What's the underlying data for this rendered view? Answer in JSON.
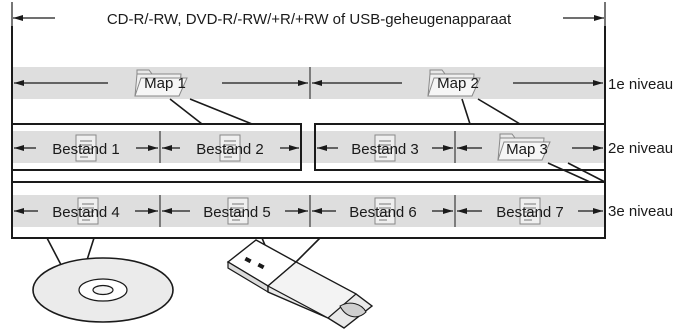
{
  "header": {
    "label": "CD-R/-RW, DVD-R/-RW/+R/+RW of USB-geheugenapparaat"
  },
  "levels": [
    {
      "label": "1e niveau"
    },
    {
      "label": "2e niveau"
    },
    {
      "label": "3e niveau"
    }
  ],
  "folders": [
    {
      "label": "Map 1"
    },
    {
      "label": "Map 2"
    },
    {
      "label": "Map 3"
    }
  ],
  "files": [
    {
      "label": "Bestand 1"
    },
    {
      "label": "Bestand 2"
    },
    {
      "label": "Bestand 3"
    },
    {
      "label": "Bestand 4"
    },
    {
      "label": "Bestand 5"
    },
    {
      "label": "Bestand 6"
    },
    {
      "label": "Bestand 7"
    }
  ],
  "devices": [
    {
      "icon": "cd-disc-icon"
    },
    {
      "icon": "usb-stick-icon"
    }
  ],
  "colors": {
    "band": "#dedede",
    "line": "#1a1a1a",
    "icon_fill": "#efefef"
  }
}
